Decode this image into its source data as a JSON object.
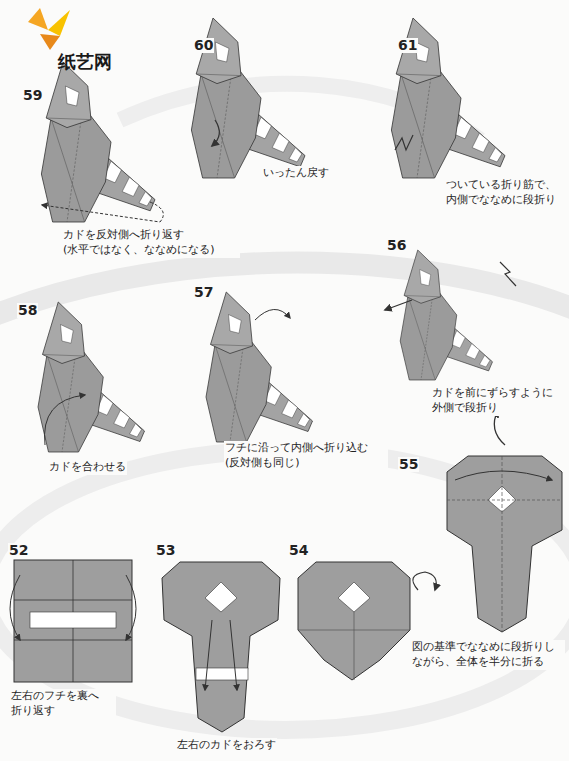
{
  "diagram": {
    "labels": [
      "纸艺网",
      "60",
      "61",
      "59",
      "いったん戻す",
      "ついている折り筋で、 内側でななめに段折り",
      "カドを反対側へ折り返す (水平ではなく、ななめになる)",
      "58",
      "57",
      "56",
      "カドを合わせる",
      "フチに沿って内側へ折り込む (反対側も同じ)",
      "カドを前にずらすように 外側で段折り",
      "55",
      "52",
      "53",
      "54",
      "左右のフチを裏へ 折り返す",
      "左右のカドをおろす",
      "図の基準でななめに段折りし ながら、全体を半分に折る"
    ]
  }
}
